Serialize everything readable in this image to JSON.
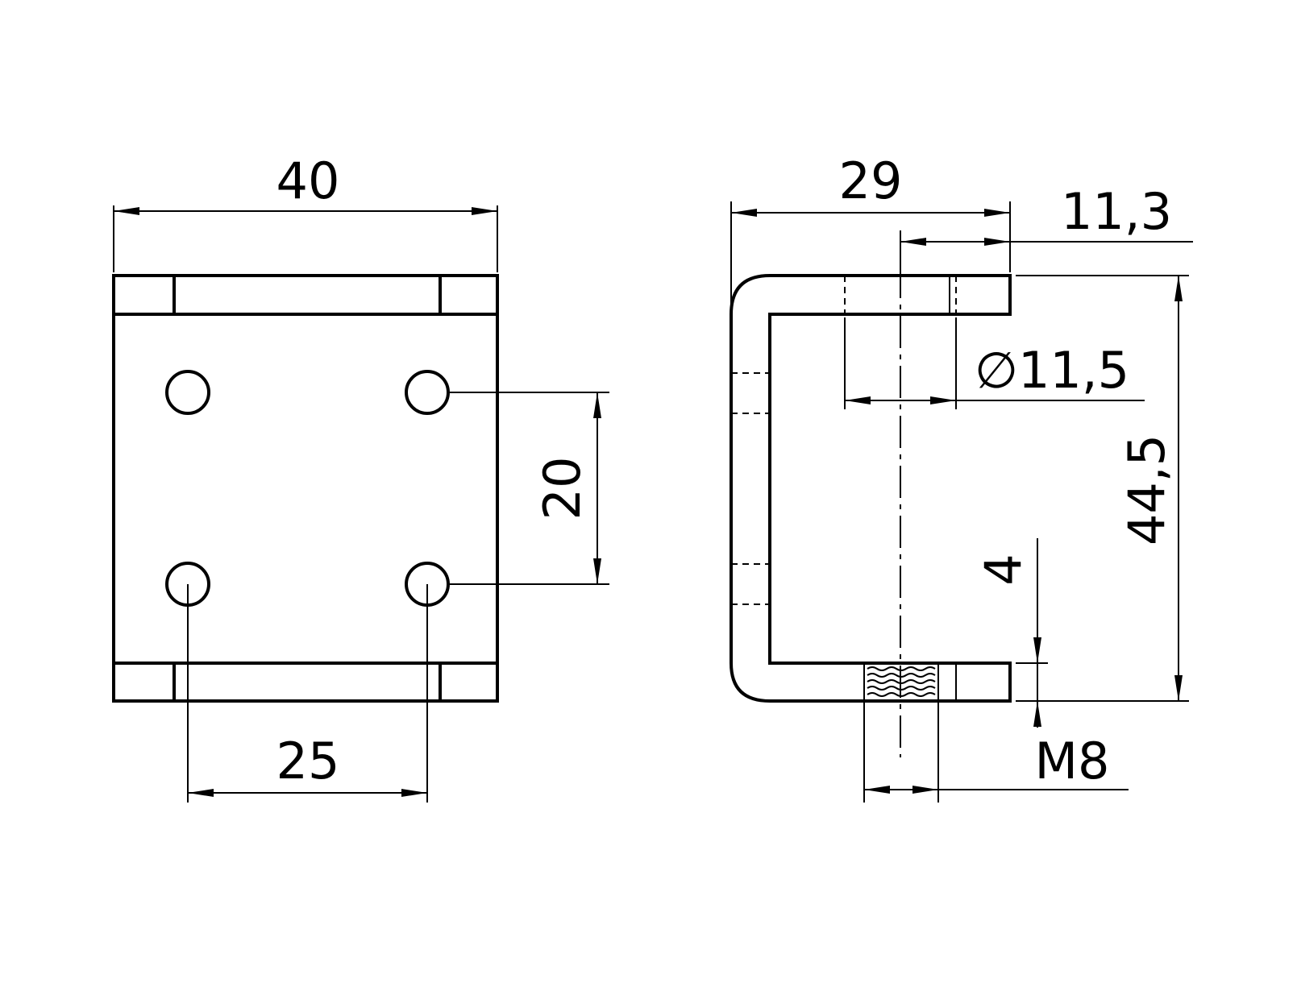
{
  "front_view": {
    "width_label": "40",
    "hole_spacing_horizontal_label": "25",
    "hole_spacing_vertical_label": "20"
  },
  "side_view": {
    "depth_label": "29",
    "offset_label": "11,3",
    "hole_diameter_label": "∅11,5",
    "height_label": "44,5",
    "thickness_label": "4",
    "thread_label": "M8"
  },
  "colors": {
    "line": "#000000",
    "background": "#ffffff"
  }
}
